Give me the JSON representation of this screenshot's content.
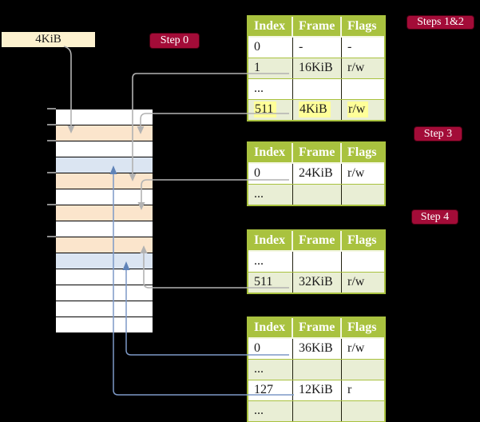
{
  "colors": {
    "background": "#000000",
    "accent_green": "#a9c23f",
    "row_green": "#e9eed5",
    "highlight_yellow": "#ffff99",
    "label_red": "#a30c38",
    "frame_peach": "#fbe5cc",
    "frame_blue": "#dbe5f2",
    "cream": "#fdf2cf",
    "gray_line": "#b2b2b2",
    "blue_line": "#7d99c7",
    "blue_head": "#5f83b8"
  },
  "page_size_box": {
    "label": "4KiB"
  },
  "step_labels": {
    "step0": "Step 0",
    "steps12": "Steps 1&2",
    "step3": "Step 3",
    "step4": "Step 4"
  },
  "memory_column": {
    "rows": [
      {
        "color": "white"
      },
      {
        "color": "peach"
      },
      {
        "color": "white"
      },
      {
        "color": "blue"
      },
      {
        "color": "peach"
      },
      {
        "color": "white"
      },
      {
        "color": "peach"
      },
      {
        "color": "white"
      },
      {
        "color": "peach"
      },
      {
        "color": "blue"
      },
      {
        "color": "white"
      },
      {
        "color": "white"
      },
      {
        "color": "white"
      },
      {
        "color": "white"
      }
    ],
    "tick_rows": [
      0,
      1,
      2,
      4,
      6,
      8
    ]
  },
  "tables": [
    {
      "id": "page-table-root",
      "headers": [
        "Index",
        "Frame",
        "Flags"
      ],
      "rows": [
        {
          "cells": [
            "0",
            "-",
            "-"
          ],
          "highlight": false
        },
        {
          "cells": [
            "1",
            "16KiB",
            "r/w"
          ],
          "highlight": false
        },
        {
          "cells": [
            "...",
            "",
            ""
          ],
          "highlight": false
        },
        {
          "cells": [
            "511",
            "4KiB",
            "r/w"
          ],
          "highlight": true
        }
      ]
    },
    {
      "id": "page-table-level2",
      "headers": [
        "Index",
        "Frame",
        "Flags"
      ],
      "rows": [
        {
          "cells": [
            "0",
            "24KiB",
            "r/w"
          ],
          "highlight": false
        },
        {
          "cells": [
            "...",
            "",
            ""
          ],
          "highlight": false
        }
      ]
    },
    {
      "id": "page-table-level3",
      "headers": [
        "Index",
        "Frame",
        "Flags"
      ],
      "rows": [
        {
          "cells": [
            "...",
            "",
            ""
          ],
          "highlight": false
        },
        {
          "cells": [
            "511",
            "32KiB",
            "r/w"
          ],
          "highlight": false
        }
      ]
    },
    {
      "id": "page-table-leaf",
      "headers": [
        "Index",
        "Frame",
        "Flags"
      ],
      "rows": [
        {
          "cells": [
            "0",
            "36KiB",
            "r/w"
          ],
          "highlight": false
        },
        {
          "cells": [
            "...",
            "",
            ""
          ],
          "highlight": false
        },
        {
          "cells": [
            "127",
            "12KiB",
            "r"
          ],
          "highlight": false
        },
        {
          "cells": [
            "...",
            "",
            ""
          ],
          "highlight": false
        }
      ]
    }
  ],
  "connectors": [
    {
      "id": "pagesize-to-frame-4kib",
      "from": "4KiB box",
      "to": "memory row 2 (peach)",
      "color": "gray"
    },
    {
      "id": "root-entry1-to-frame-16kib",
      "from": "root table entry 1",
      "to": "memory row 5 (peach)",
      "color": "gray"
    },
    {
      "id": "root-entry511-to-frame-4kib",
      "from": "root table entry 511",
      "to": "memory row 2 (peach)",
      "color": "gray"
    },
    {
      "id": "l2-entry0-to-frame-24kib",
      "from": "level2 table entry 0",
      "to": "memory row 7 (peach)",
      "color": "gray"
    },
    {
      "id": "l3-entry511-to-frame-32kib",
      "from": "level3 table entry 511",
      "to": "memory row 9 (peach)",
      "color": "gray"
    },
    {
      "id": "leaf-entry0-to-frame-36kib",
      "from": "leaf table entry 0",
      "to": "memory row 10 (blue)",
      "color": "blue"
    },
    {
      "id": "leaf-entry127-to-frame-12kib",
      "from": "leaf table entry 127",
      "to": "memory row 4 (blue)",
      "color": "blue"
    }
  ]
}
